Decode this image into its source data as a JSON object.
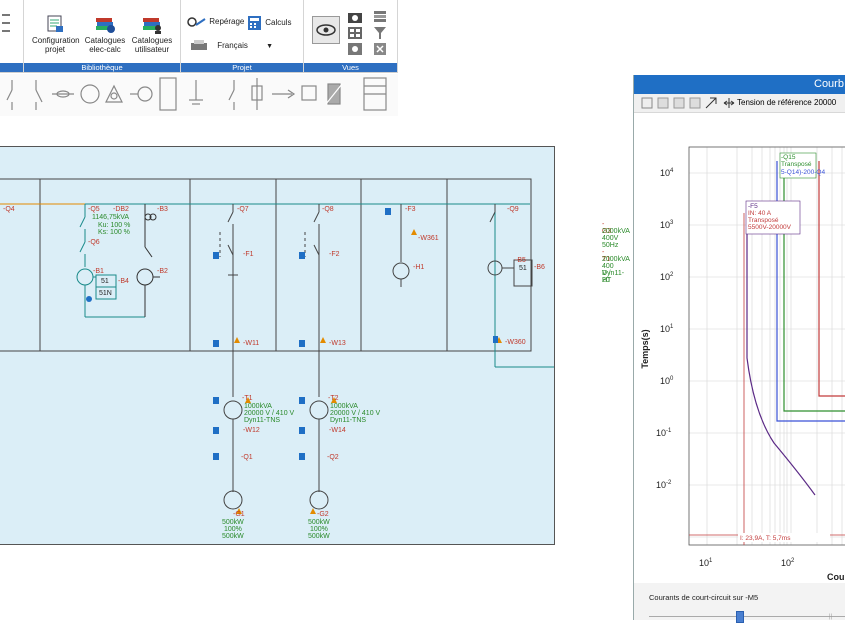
{
  "ribbon": {
    "config_project": "Configuration\nprojet",
    "catalogues_elec": "Catalogues\nelec-calc",
    "catalogues_user": "Catalogues\nutilisateur",
    "reperage": "Repérage",
    "calculs": "Calculs",
    "language": "Français",
    "groups": {
      "bibliotheque": "Bibliothèque",
      "projet": "Projet",
      "vues": "Vues"
    }
  },
  "diagram": {
    "colors": {
      "line": "#1a8a8a",
      "text_green": "#2a8a2a",
      "text_red": "#c0392b",
      "panel_bg": "#dbeef7",
      "warn": "#e38b00"
    },
    "labels": {
      "q4": "-Q4",
      "q5": "-Q5",
      "db2": "-DB2",
      "db2_power": "1146,75kVA",
      "ku": "Ku: 100 %",
      "ks": "Ks: 100 %",
      "q6": "-Q6",
      "b1": "-B1",
      "b4": "-B4",
      "b4_51": "51",
      "b4_51n": "51N",
      "b3": "-B3",
      "b2": "-B2",
      "q7": "-Q7",
      "f1": "-F1",
      "w11": "-W11",
      "q8": "-Q8",
      "f2": "-F2",
      "w13": "-W13",
      "f3": "-F3",
      "w361": "-W361",
      "h1": "-H1",
      "q9": "-Q9",
      "b5": "-B5",
      "b6": "-B6",
      "b5_51": "51",
      "w360": "-W360",
      "g3": "-G3",
      "g3_specs": [
        "2000kVA",
        "400V",
        "50Hz"
      ],
      "t1": "-T1",
      "t1_specs": [
        "2000kVA",
        "400 V / 20",
        "Dyn11-HT"
      ],
      "t1b": "-T1",
      "t1b_specs": [
        "1000kVA",
        "20000 V / 410 V",
        "Dyn11-TNS"
      ],
      "w12": "-W12",
      "q1": "-Q1",
      "g1": "-G1",
      "g1_specs": [
        "500kW",
        "100%",
        "500kW"
      ],
      "t2": "-T2",
      "t2_specs": [
        "1000kVA",
        "20000 V / 410 V",
        "Dyn11-TNS"
      ],
      "w14": "-W14",
      "q2": "-Q2",
      "g2": "-G2",
      "g2_specs": [
        "500kW",
        "100%",
        "500kW"
      ]
    }
  },
  "curve_window": {
    "title": "Courb",
    "tension_label": "Tension de référence",
    "tension_value": "20000",
    "y_axis_label": "Temps(s)",
    "x_axis_label": "Cour",
    "y_ticks": [
      "10",
      "10",
      "10",
      "10",
      "10",
      "10",
      "10"
    ],
    "y_exps": [
      "4",
      "3",
      "2",
      "1",
      "0",
      "-1",
      "-2"
    ],
    "x_ticks": [
      "10",
      "10"
    ],
    "x_exps": [
      "1",
      "2"
    ],
    "annotations": {
      "q15": "-Q15",
      "transpose": "Transposé",
      "q14_line": "5-Q14)-200-Q4",
      "f5": "-F5",
      "f5_in": "IN: 40 A",
      "f5_transpose": "Transposé",
      "f5_volt": "5500V-20000V",
      "readout": "I: 23,9A, T: 5,7ms"
    },
    "slider_label": "Courants de court-circuit sur -M5",
    "colors": {
      "purple": "#5b2a86",
      "blue": "#3a52d6",
      "green": "#2f8f2f",
      "red": "#c23b3b"
    }
  }
}
